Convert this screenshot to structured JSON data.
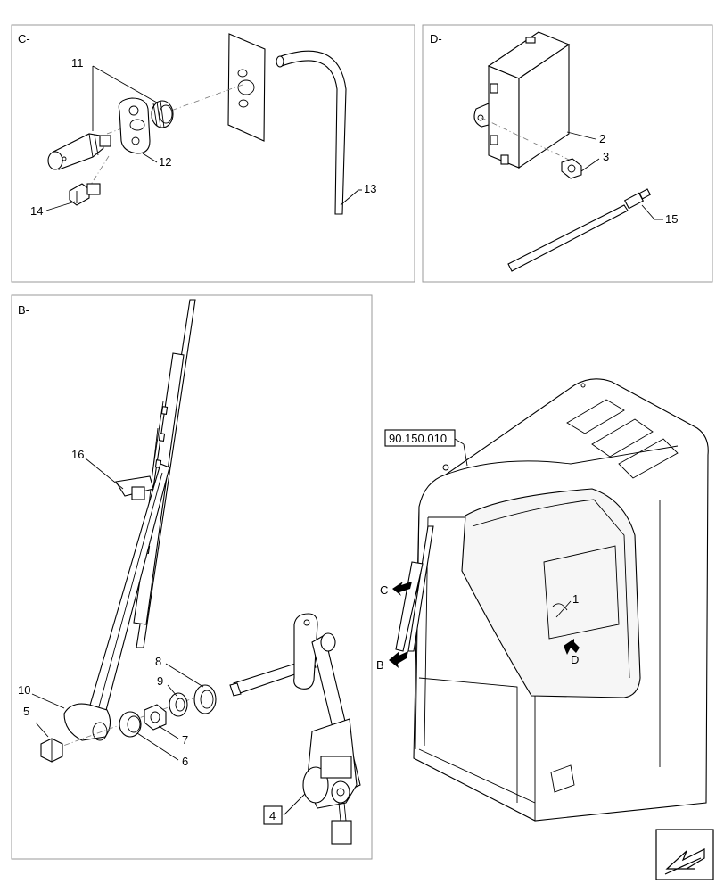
{
  "panels": {
    "c": {
      "label": "C-"
    },
    "d": {
      "label": "D-"
    },
    "b": {
      "label": "B-"
    }
  },
  "parts": {
    "p1": "1",
    "p2": "2",
    "p3": "3",
    "p4": "4",
    "p5": "5",
    "p6": "6",
    "p7": "7",
    "p8": "8",
    "p9": "9",
    "p10": "10",
    "p11": "11",
    "p12": "12",
    "p13": "13",
    "p14": "14",
    "p15": "15",
    "p16": "16"
  },
  "views": {
    "b": "B",
    "c": "C",
    "d": "D"
  },
  "reference": "90.150.010",
  "nav_icon": "next-page-arrow-icon"
}
